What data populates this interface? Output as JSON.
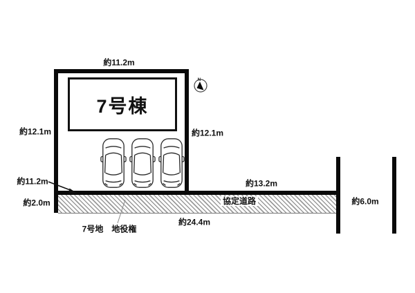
{
  "plan": {
    "building_label": "7号棟",
    "road_label": "協定道路",
    "easement_note": "7号地　地役権",
    "compass": {
      "north_label": "N"
    },
    "dims": {
      "top_width": "約11.2m",
      "left_depth": "約12.1m",
      "right_depth": "約12.1m",
      "road_upper_length": "約13.2m",
      "road_frontage": "約11.2m",
      "road_strip_width": "約2.0m",
      "road_total_length": "約24.4m",
      "right_road_width": "約6.0m"
    },
    "colors": {
      "line": "#0a0a0a",
      "hatch_stroke": "#9a9a9a",
      "background": "#ffffff"
    }
  }
}
